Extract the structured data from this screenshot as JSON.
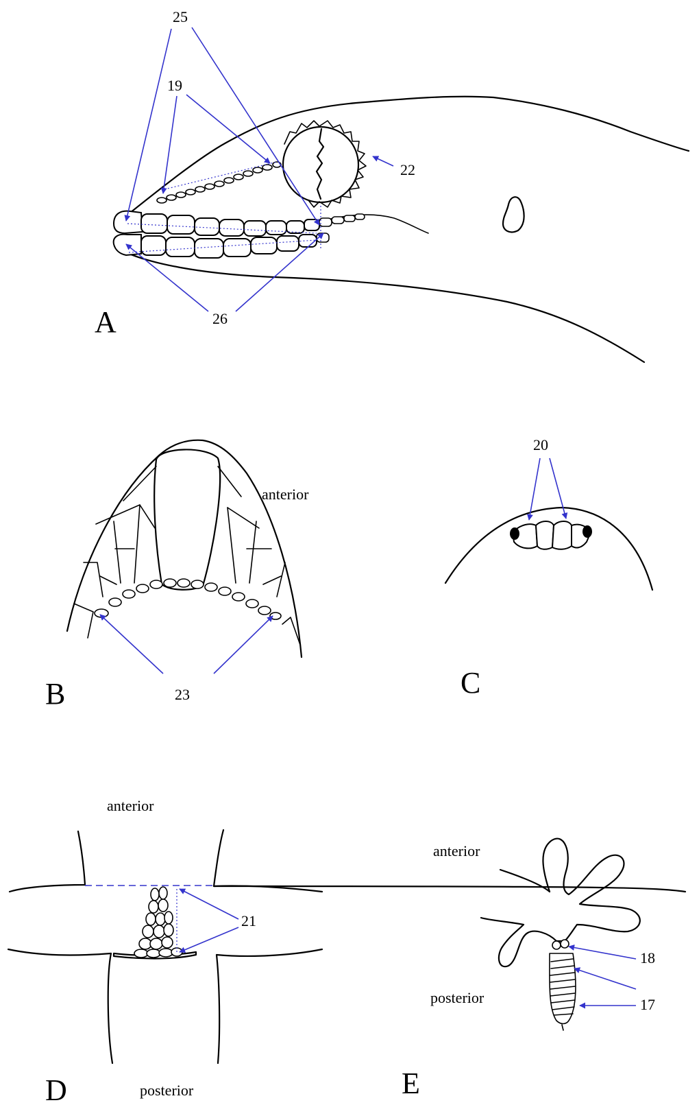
{
  "colors": {
    "pointer": "#3333cc",
    "ink": "#000000",
    "background": "#ffffff"
  },
  "panels": {
    "A": {
      "letter": "A",
      "labels": {
        "n25": "25",
        "n19": "19",
        "n22": "22",
        "n26": "26"
      }
    },
    "B": {
      "letter": "B",
      "orientation": "anterior",
      "labels": {
        "n23": "23"
      }
    },
    "C": {
      "letter": "C",
      "labels": {
        "n20": "20"
      }
    },
    "D": {
      "letter": "D",
      "top": "anterior",
      "bottom": "posterior",
      "labels": {
        "n21": "21"
      }
    },
    "E": {
      "letter": "E",
      "top": "anterior",
      "bottom": "posterior",
      "labels": {
        "n18": "18",
        "n17": "17"
      }
    }
  }
}
